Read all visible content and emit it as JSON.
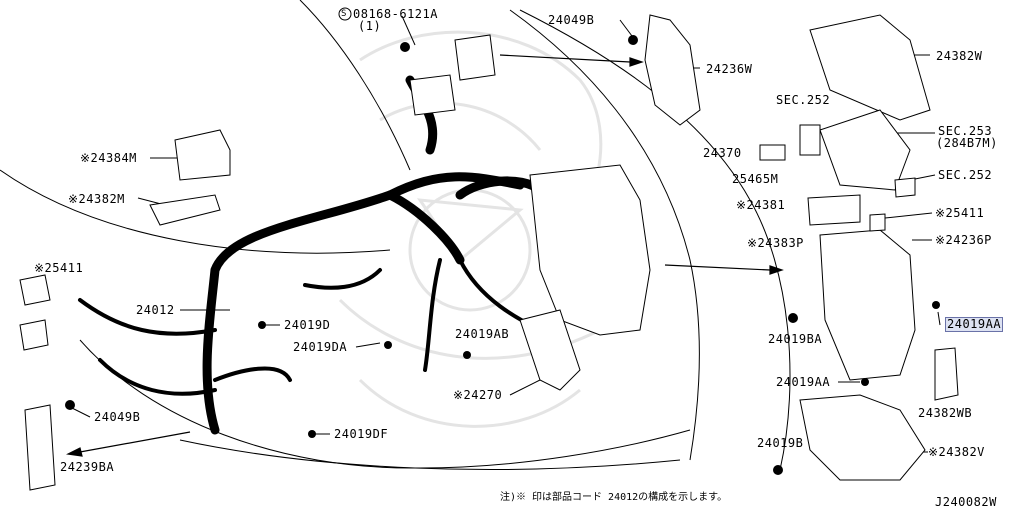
{
  "labels": {
    "p08168": "08168-6121A",
    "p08168_qty": "(1)",
    "p24049B_top": "24049B",
    "p24236W": "24236W",
    "p24382W": "24382W",
    "sec252_a": "SEC.252",
    "sec253": "SEC.253",
    "sec253_sub": "(284B7M)",
    "p24370": "24370",
    "p25465M": "25465M",
    "sec252_b": "SEC.252",
    "p24381": "※24381",
    "p25411_r": "※25411",
    "p24383P": "※24383P",
    "p24236P": "※24236P",
    "p24384M": "※24384M",
    "p24382M": "※24382M",
    "p25411_l": "※25411",
    "p24012": "24012",
    "p24019D": "24019D",
    "p24019DA": "24019DA",
    "p24019AB": "24019AB",
    "p24270": "※24270",
    "p24019BA": "24019BA",
    "p24019AA_hl": "24019AA",
    "p24019AA": "24019AA",
    "p24382WB": "24382WB",
    "p24049B_bot": "24049B",
    "p24239BA": "24239BA",
    "p24019DF": "24019DF",
    "p24019B": "24019B",
    "p24382V": "※24382V",
    "footnote": "注)※ 印は部品コード 24012の構成を示します。",
    "diagram_code": "J240082W",
    "circle_s": "S"
  },
  "colors": {
    "ink": "#000000",
    "highlight_fill": "#dde2f2",
    "highlight_border": "#6a72a8",
    "watermark": "#e6e6e6"
  }
}
